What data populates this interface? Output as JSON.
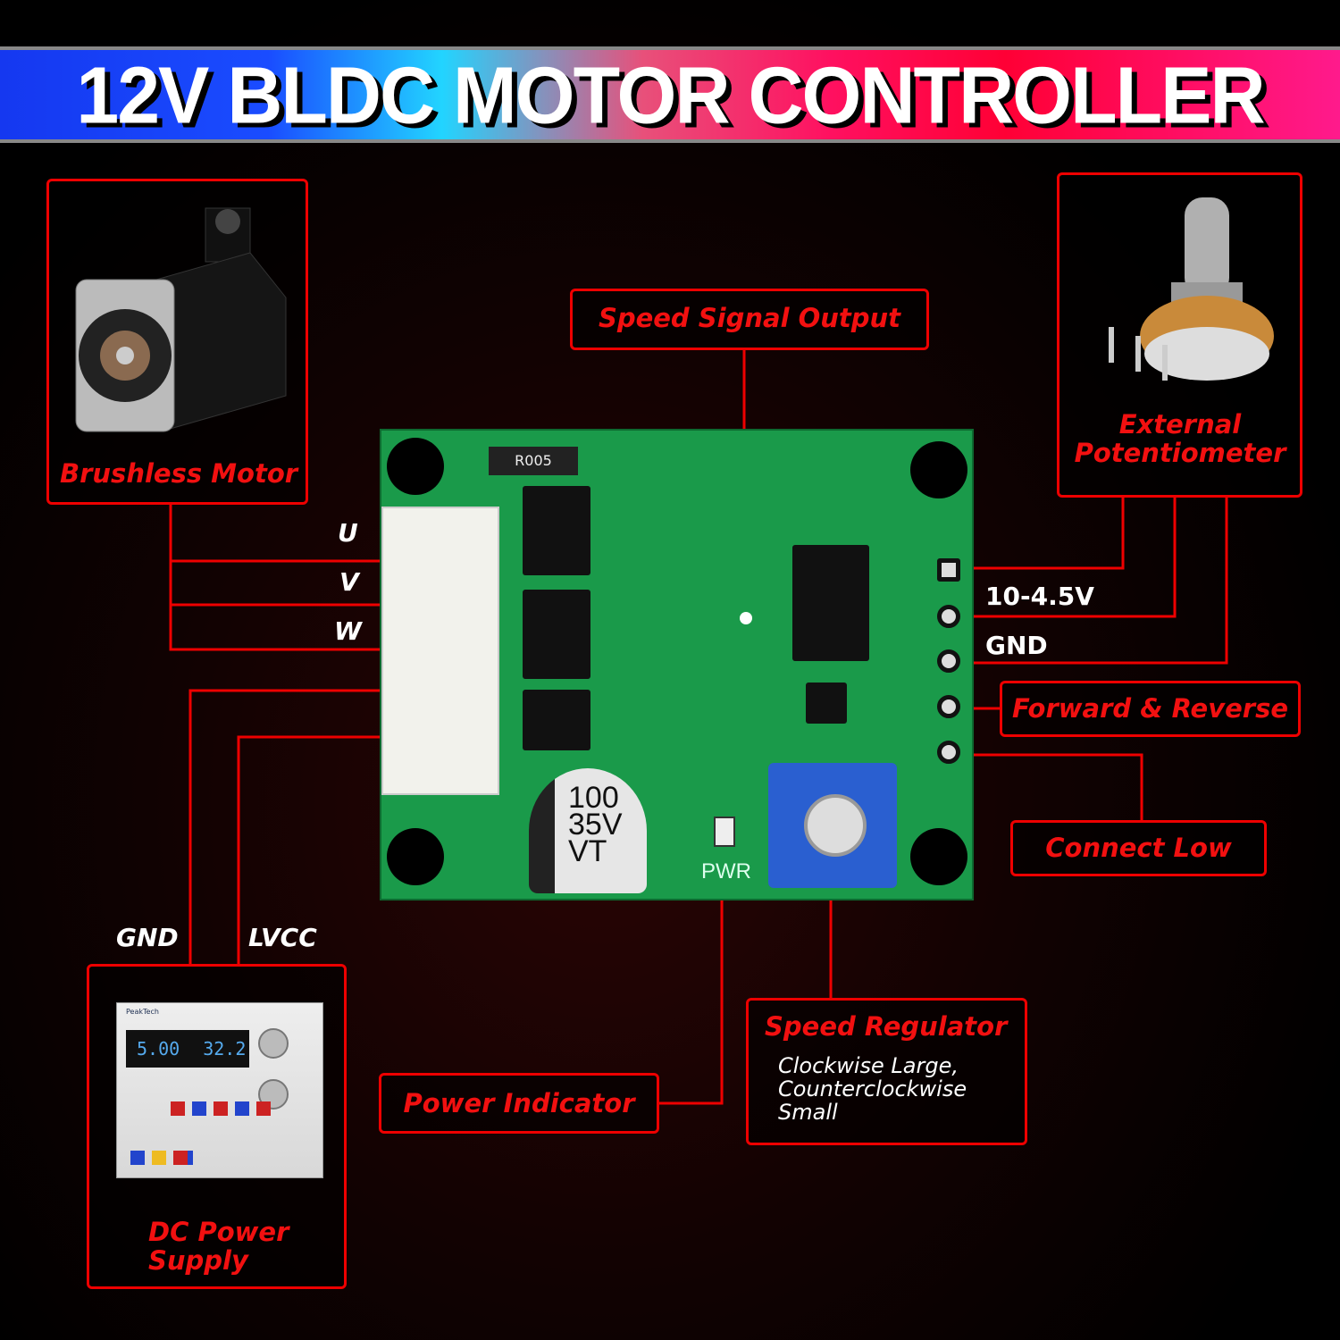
{
  "title": "12V BLDC MOTOR CONTROLLER",
  "colors": {
    "accent": "#e00000",
    "pcb": "#1a9a4a",
    "background": "#000000"
  },
  "callouts": {
    "brushless_motor": "Brushless Motor",
    "external_potentiometer": [
      "External",
      "Potentiometer"
    ],
    "speed_signal_output": "Speed Signal Output",
    "forward_reverse": "Forward & Reverse",
    "connect_low": "Connect Low",
    "power_indicator": "Power Indicator",
    "speed_regulator": {
      "title": "Speed Regulator",
      "desc": [
        "Clockwise Large,",
        "Counterclockwise",
        "Small"
      ]
    },
    "dc_power_supply": [
      "DC Power",
      "Supply"
    ]
  },
  "wire_labels": {
    "u": "U",
    "v": "V",
    "w": "W",
    "gnd_left": "GND",
    "lvcc": "LVCC",
    "range": "10-4.5V",
    "gnd_right": "GND"
  },
  "board_text": {
    "capacitor": [
      "100",
      "35V",
      "VT"
    ],
    "pwr": "PWR",
    "resistor": "R005"
  },
  "power_supply_display": {
    "current": "5.00",
    "voltage": "32.2",
    "brand": "PeakTech"
  }
}
